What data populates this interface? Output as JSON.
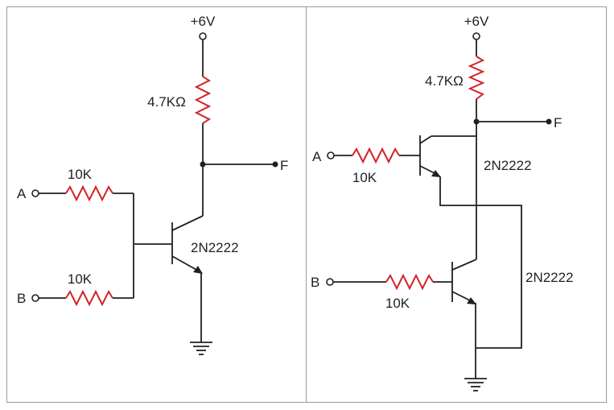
{
  "left_circuit": {
    "supply": "+6V",
    "collector_resistor": "4.7KΩ",
    "input_a": "A",
    "input_b": "B",
    "resistor_a": "10K",
    "resistor_b": "10K",
    "transistor": "2N2222",
    "output": "F"
  },
  "right_circuit": {
    "supply": "+6V",
    "collector_resistor": "4.7KΩ",
    "input_a": "A",
    "input_b": "B",
    "resistor_a": "10K",
    "resistor_b": "10K",
    "transistor_top": "2N2222",
    "transistor_bottom": "2N2222",
    "output": "F"
  },
  "colors": {
    "wire": "#231f20",
    "resistor": "#d2232a",
    "frame": "#9a9a9a"
  }
}
